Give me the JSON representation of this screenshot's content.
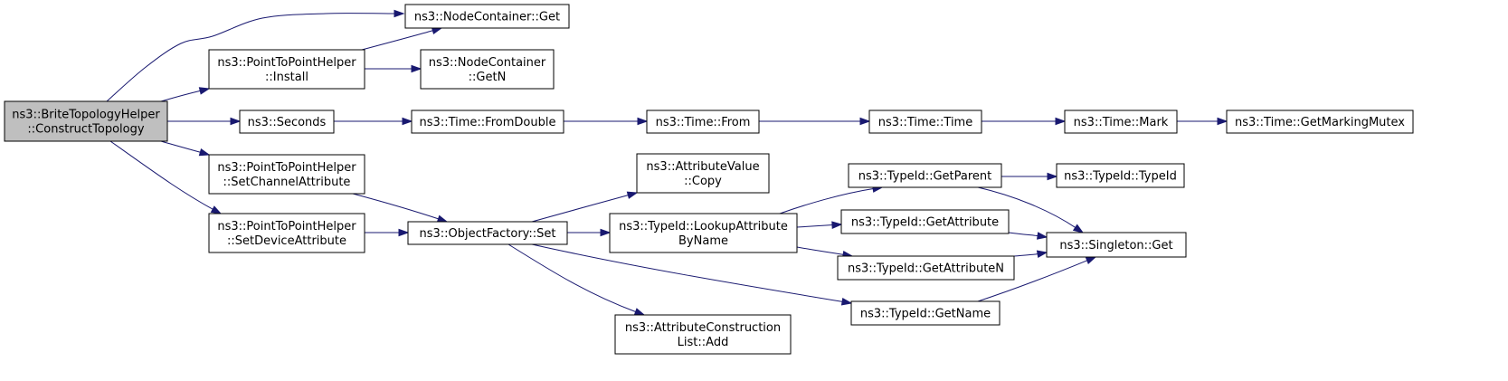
{
  "graph": {
    "colors": {
      "edge": "#191970",
      "root_fill": "#bfbfbf",
      "node_fill": "#ffffff",
      "border": "#000000"
    },
    "nodes": [
      {
        "id": "construct",
        "lines": [
          "ns3::BriteTopologyHelper",
          "::ConstructTopology"
        ],
        "root": true
      },
      {
        "id": "nc-get",
        "lines": [
          "ns3::NodeContainer::Get"
        ]
      },
      {
        "id": "p2p-install",
        "lines": [
          "ns3::PointToPointHelper",
          "::Install"
        ]
      },
      {
        "id": "nc-getn",
        "lines": [
          "ns3::NodeContainer",
          "::GetN"
        ]
      },
      {
        "id": "seconds",
        "lines": [
          "ns3::Seconds"
        ]
      },
      {
        "id": "time-fromdouble",
        "lines": [
          "ns3::Time::FromDouble"
        ]
      },
      {
        "id": "time-from",
        "lines": [
          "ns3::Time::From"
        ]
      },
      {
        "id": "time-time",
        "lines": [
          "ns3::Time::Time"
        ]
      },
      {
        "id": "time-mark",
        "lines": [
          "ns3::Time::Mark"
        ]
      },
      {
        "id": "time-getmarkingmutex",
        "lines": [
          "ns3::Time::GetMarkingMutex"
        ]
      },
      {
        "id": "p2p-setchannelattr",
        "lines": [
          "ns3::PointToPointHelper",
          "::SetChannelAttribute"
        ]
      },
      {
        "id": "p2p-setdeviceattr",
        "lines": [
          "ns3::PointToPointHelper",
          "::SetDeviceAttribute"
        ]
      },
      {
        "id": "objfactory-set",
        "lines": [
          "ns3::ObjectFactory::Set"
        ]
      },
      {
        "id": "attrvalue-copy",
        "lines": [
          "ns3::AttributeValue",
          "::Copy"
        ]
      },
      {
        "id": "typeid-lookup",
        "lines": [
          "ns3::TypeId::LookupAttribute",
          "ByName"
        ]
      },
      {
        "id": "attrconst-add",
        "lines": [
          "ns3::AttributeConstruction",
          "List::Add"
        ]
      },
      {
        "id": "typeid-getparent",
        "lines": [
          "ns3::TypeId::GetParent"
        ]
      },
      {
        "id": "typeid-typeid",
        "lines": [
          "ns3::TypeId::TypeId"
        ]
      },
      {
        "id": "typeid-getattribute",
        "lines": [
          "ns3::TypeId::GetAttribute"
        ]
      },
      {
        "id": "typeid-getattributen",
        "lines": [
          "ns3::TypeId::GetAttributeN"
        ]
      },
      {
        "id": "typeid-getname",
        "lines": [
          "ns3::TypeId::GetName"
        ]
      },
      {
        "id": "singleton-get",
        "lines": [
          "ns3::Singleton::Get"
        ]
      }
    ],
    "edges": [
      {
        "from": "construct",
        "to": "nc-get"
      },
      {
        "from": "construct",
        "to": "p2p-install"
      },
      {
        "from": "construct",
        "to": "seconds"
      },
      {
        "from": "construct",
        "to": "p2p-setchannelattr"
      },
      {
        "from": "construct",
        "to": "p2p-setdeviceattr"
      },
      {
        "from": "p2p-install",
        "to": "nc-get"
      },
      {
        "from": "p2p-install",
        "to": "nc-getn"
      },
      {
        "from": "seconds",
        "to": "time-fromdouble"
      },
      {
        "from": "time-fromdouble",
        "to": "time-from"
      },
      {
        "from": "time-from",
        "to": "time-time"
      },
      {
        "from": "time-time",
        "to": "time-mark"
      },
      {
        "from": "time-mark",
        "to": "time-getmarkingmutex"
      },
      {
        "from": "p2p-setchannelattr",
        "to": "objfactory-set"
      },
      {
        "from": "p2p-setdeviceattr",
        "to": "objfactory-set"
      },
      {
        "from": "objfactory-set",
        "to": "attrvalue-copy"
      },
      {
        "from": "objfactory-set",
        "to": "typeid-lookup"
      },
      {
        "from": "objfactory-set",
        "to": "attrconst-add"
      },
      {
        "from": "objfactory-set",
        "to": "typeid-getname"
      },
      {
        "from": "typeid-lookup",
        "to": "typeid-getparent"
      },
      {
        "from": "typeid-lookup",
        "to": "typeid-getattribute"
      },
      {
        "from": "typeid-lookup",
        "to": "typeid-getattributen"
      },
      {
        "from": "typeid-getparent",
        "to": "typeid-typeid"
      },
      {
        "from": "typeid-getparent",
        "to": "singleton-get"
      },
      {
        "from": "typeid-getattribute",
        "to": "singleton-get"
      },
      {
        "from": "typeid-getattributen",
        "to": "singleton-get"
      },
      {
        "from": "typeid-getname",
        "to": "singleton-get"
      }
    ]
  }
}
